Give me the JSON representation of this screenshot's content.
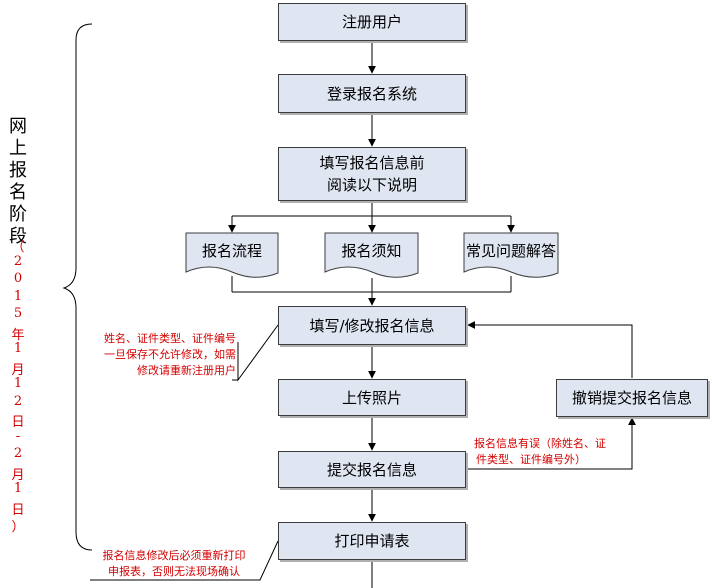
{
  "stage_label": {
    "title": "网上报名阶段",
    "period": "（2015年1月12日-2月1日）"
  },
  "steps": {
    "register": "注册用户",
    "login": "登录报名系统",
    "read_line1": "填写报名信息前",
    "read_line2": "阅读以下说明",
    "fill": "填写/修改报名信息",
    "upload": "上传照片",
    "submit": "提交报名信息",
    "print": "打印申请表",
    "revoke": "撤销提交报名信息"
  },
  "documents": {
    "process": "报名流程",
    "notice": "报名须知",
    "faq": "常见问题解答"
  },
  "notes": {
    "fill_note": [
      "姓名、证件类型、证件编号",
      "一旦保存不允许修改，如需",
      "修改请重新注册用户"
    ],
    "submit_note": [
      "报名信息有误（除姓名、证",
      "件类型、证件编号外）"
    ],
    "print_note": [
      "报名信息修改后必须重新打印",
      "申报表，否则无法现场确认"
    ]
  },
  "colors": {
    "box_fill": "#dfe6f2",
    "note_text": "#d40000",
    "line": "#000000"
  }
}
